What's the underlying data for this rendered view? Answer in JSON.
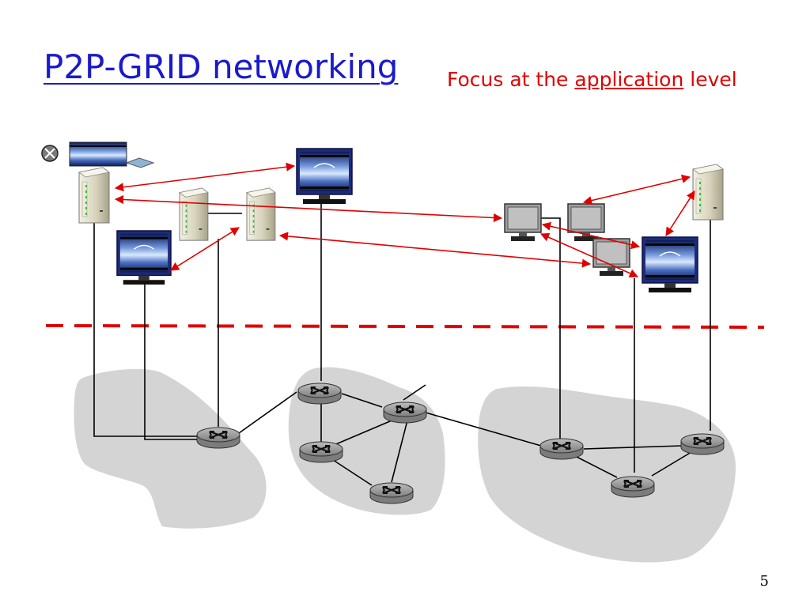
{
  "title": "P2P-GRID networking",
  "subtitle": {
    "prefix": "Focus at the ",
    "emphasis": "application",
    "suffix": " level"
  },
  "page_number": "5",
  "colors": {
    "title": "#1a1acc",
    "subtitle": "#e00000",
    "application_divider": "#e00000",
    "overlay_arrows": "#e00000",
    "network_cloud": "#d4d4d4",
    "links": "#000000",
    "router_body": "#9a9a9a"
  },
  "icons": [
    "server-tower-icon",
    "crt-monitor-icon",
    "desktop-pc-icon",
    "router-icon",
    "laptop-icon"
  ]
}
